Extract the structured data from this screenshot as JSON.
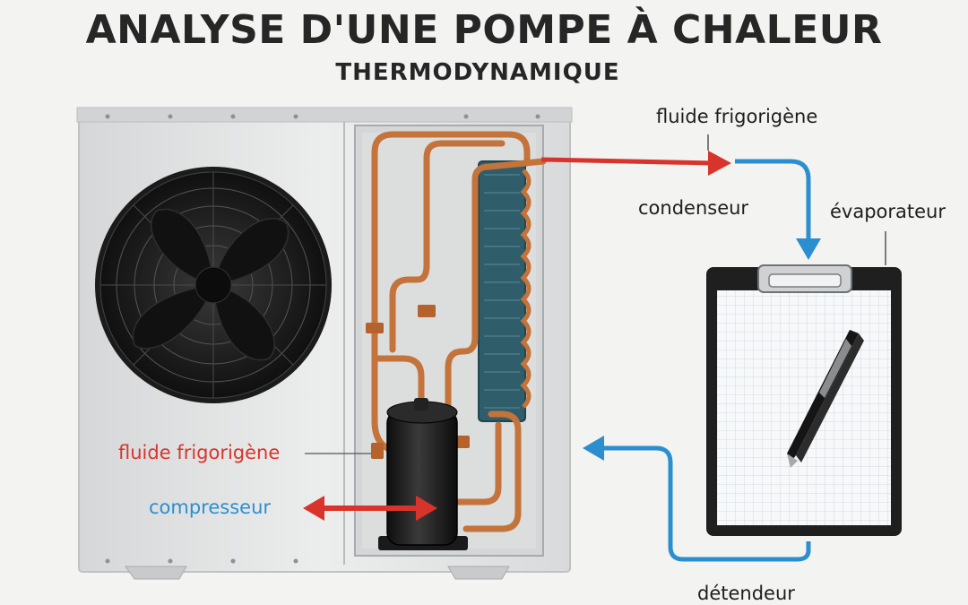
{
  "header": {
    "title": "ANALYSE D'UNE POMPE À CHALEUR",
    "subtitle": "THERMODYNAMIQUE"
  },
  "labels": {
    "fluid_top": "fluide frigorigène",
    "condenser": "condenseur",
    "evaporator": "évaporateur",
    "fluid_left": "fluide frigorigène",
    "compressor": "compresseur",
    "expansion_valve": "détendeur"
  },
  "colors": {
    "hot_flow": "#d9342b",
    "cold_flow": "#2b8fcf",
    "copper": "#c4733a",
    "coil": "#3f6f7c",
    "casing": "#e4e5e6",
    "fan": "#1c1c1c"
  }
}
